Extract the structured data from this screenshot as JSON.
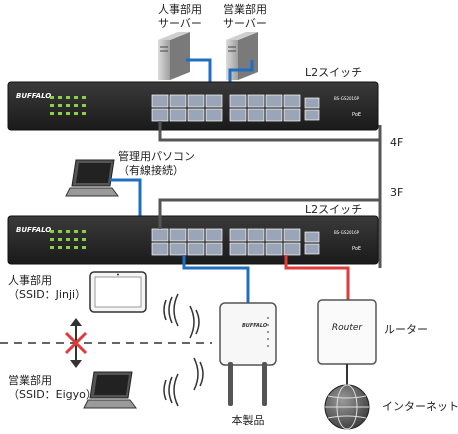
{
  "labels": {
    "hr_server": "人事部用\nサーバー",
    "sales_server": "営業部用\nサーバー",
    "l2_switch_top": "L2スイッチ",
    "l2_switch_bottom": "L2スイッチ",
    "floor_4f": "4F",
    "floor_3f": "3F",
    "admin_pc": "管理用パソコン\n（有線接続）",
    "hr_dept": "人事部用\n（SSID：Jinji）",
    "sales_dept": "営業部用\n（SSID：Eigyo）",
    "router": "ルーター",
    "internet": "インターネット",
    "this_product": "本製品"
  },
  "device_text": {
    "brand_top": "BUFFALO",
    "brand_bottom": "BUFFALO",
    "ap_brand": "BUFFALO",
    "router_text": "Router",
    "poe_top": "PoE",
    "poe_bottom": "PoE",
    "model_top": "BS-GS2016P",
    "model_bottom": "BS-GS2016P"
  },
  "colors": {
    "blue_cable": "#1f6fc1",
    "red_cable": "#e03a3a",
    "gray_cable": "#555555",
    "switch_body": "#2a2a2a"
  }
}
